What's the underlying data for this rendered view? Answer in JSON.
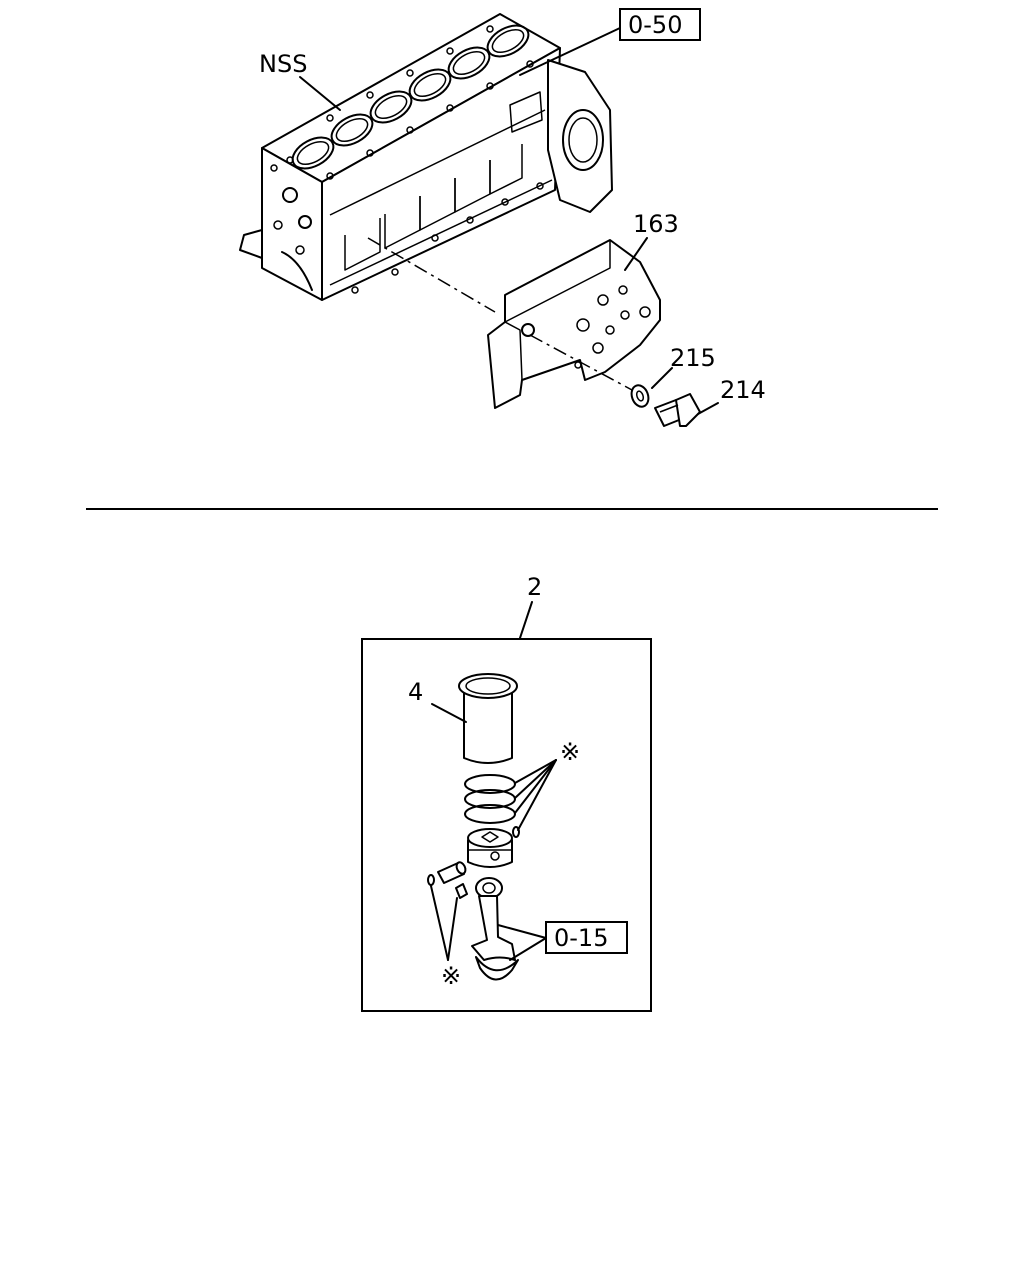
{
  "labels": {
    "nss": "NSS",
    "ref_050": "0-50",
    "p163": "163",
    "p215": "215",
    "p214": "214",
    "p2": "2",
    "p4": "4",
    "ref_015": "0-15",
    "star_upper": "※",
    "star_lower": "※"
  },
  "colors": {
    "line": "#000000",
    "background": "#ffffff"
  }
}
